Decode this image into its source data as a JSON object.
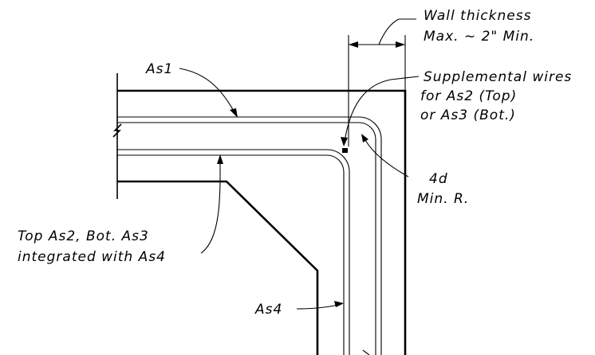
{
  "labels": {
    "wall_thickness_1": "Wall thickness",
    "wall_thickness_2": "Max. ~ 2\" Min.",
    "as1": "As1",
    "supp_1": "Supplemental wires",
    "supp_2": "for As2 (Top)",
    "supp_3": "or As3 (Bot.)",
    "radius_1": "4d",
    "radius_2": "Min. R.",
    "top_as2_1": "Top As2, Bot. As3",
    "top_as2_2": "integrated with As4",
    "as4": "As4"
  }
}
